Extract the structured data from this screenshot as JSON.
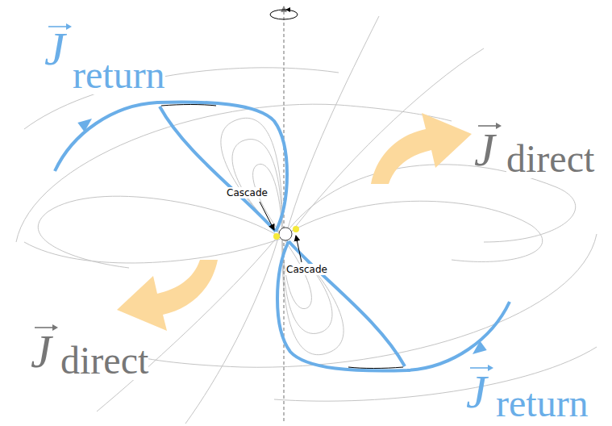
{
  "diagram": {
    "labels": [
      "J",
      "return",
      "J",
      "direct",
      "Cascade",
      "Cascade",
      "J",
      "direct",
      "J",
      "return"
    ]
  }
}
